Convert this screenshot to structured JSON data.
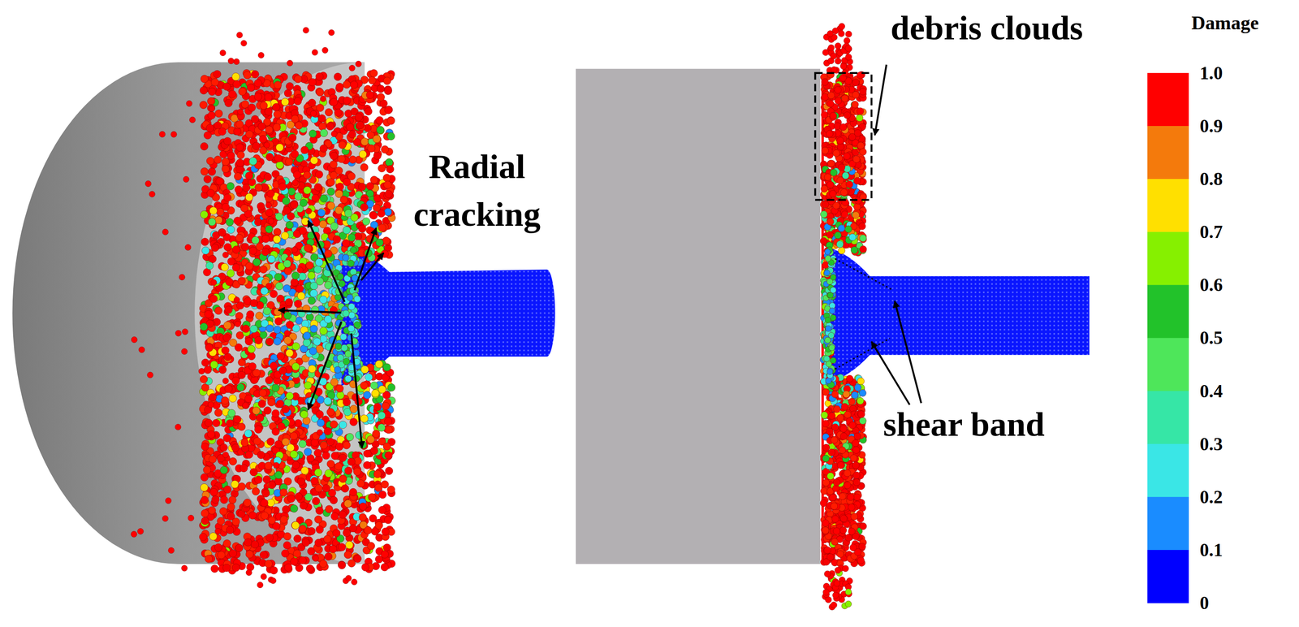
{
  "diagram": {
    "labels": [
      "Radial cracking",
      "debris clouds",
      "shear band",
      "Damage",
      "1.0",
      "0.9",
      "0.8",
      "0.7",
      "0.6",
      "0.5",
      "0.4",
      "0.3",
      "0.2",
      "0.1",
      "0"
    ]
  }
}
